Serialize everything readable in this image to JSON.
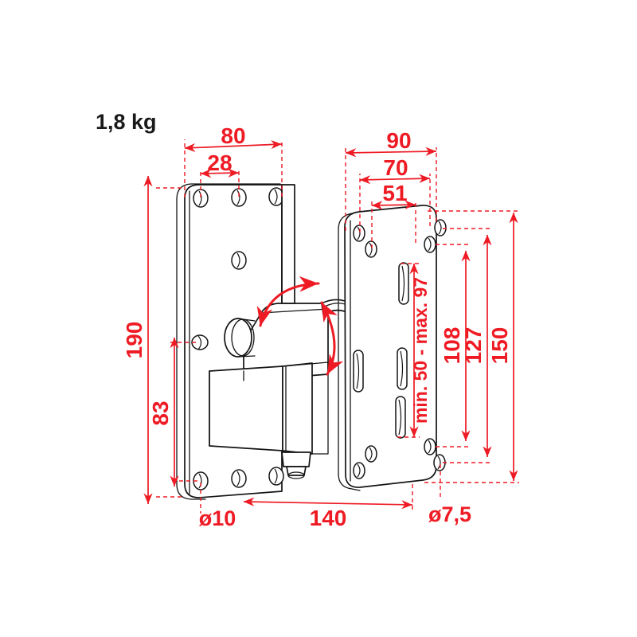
{
  "drawing": {
    "title": "wall mount bracket technical dimension drawing",
    "weight_label": "1,8 kg",
    "colors": {
      "dimension_red": "#ee1b24",
      "outline_black": "#141414",
      "background": "#ffffff"
    }
  },
  "dimensions": {
    "top_left": [
      {
        "name": "plate-width-80",
        "value": "80"
      },
      {
        "name": "hole-offset-28",
        "value": "28"
      }
    ],
    "top_right": [
      {
        "name": "plate-width-90",
        "value": "90"
      },
      {
        "name": "hole-span-70",
        "value": "70"
      },
      {
        "name": "slot-span-51",
        "value": "51"
      }
    ],
    "left_vertical": [
      {
        "name": "plate-height-190",
        "value": "190"
      },
      {
        "name": "hole-span-83",
        "value": "83"
      }
    ],
    "right_vertical": [
      {
        "name": "slot-travel",
        "value": "min. 50 - max. 97"
      },
      {
        "name": "hole-span-108",
        "value": "108"
      },
      {
        "name": "hole-span-127",
        "value": "127"
      },
      {
        "name": "plate-height-150",
        "value": "150"
      }
    ],
    "bottom": [
      {
        "name": "hole-diameter-10",
        "value": "ø10"
      },
      {
        "name": "depth-140",
        "value": "140"
      },
      {
        "name": "hole-diameter-7-5",
        "value": "ø7,5"
      }
    ]
  },
  "annotations": {
    "rotation_arrow_left": "tilt rotation indicator",
    "rotation_arrow_right": "swivel rotation indicator"
  }
}
